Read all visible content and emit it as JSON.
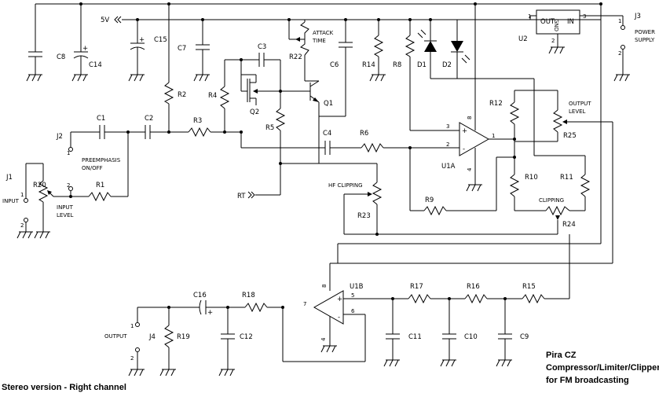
{
  "title_lines": [
    "Pira CZ",
    "Compressor/Limiter/Clipper",
    "for FM broadcasting"
  ],
  "footer": "Stereo version - Right channel",
  "supply_label": "5V",
  "capacitors": {
    "c1": "C1",
    "c2": "C2",
    "c3": "C3",
    "c4": "C4",
    "c6": "C6",
    "c7": "C7",
    "c8": "C8",
    "c9": "C9",
    "c10": "C10",
    "c11": "C11",
    "c12": "C12",
    "c14": "C14",
    "c15": "C15",
    "c16": "C16"
  },
  "resistors": {
    "r1": "R1",
    "r2": "R2",
    "r3": "R3",
    "r4": "R4",
    "r5": "R5",
    "r6": "R6",
    "r8": "R8",
    "r9": "R9",
    "r10": "R10",
    "r11": "R11",
    "r12": "R12",
    "r14": "R14",
    "r15": "R15",
    "r16": "R16",
    "r17": "R17",
    "r18": "R18",
    "r19": "R19",
    "r20": "R20",
    "r22": "R22",
    "r23": "R23",
    "r24": "R24",
    "r25": "R25"
  },
  "semis": {
    "q1": "Q1",
    "q2": "Q2",
    "d1": "D1",
    "d2": "D2",
    "u1a": "U1A",
    "u1b": "U1B",
    "u2": "U2"
  },
  "connectors": {
    "j1": "J1",
    "j2": "J2",
    "j3": "J3",
    "j4": "J4"
  },
  "functions": {
    "input": "INPUT",
    "input_level_1": "INPUT",
    "input_level_2": "LEVEL",
    "preemph_1": "PREEMPHASIS",
    "preemph_2": "ON/OFF",
    "attack_1": "ATTACK",
    "attack_2": "TIME",
    "hf_clipping": "HF CLIPPING",
    "clipping": "CLIPPING",
    "output_level_1": "OUTPUT",
    "output_level_2": "LEVEL",
    "output": "OUTPUT",
    "power_1": "POWER",
    "power_2": "SUPPLY",
    "rt": "RT"
  },
  "u2_pins": {
    "out": "OUT",
    "in": "IN",
    "gnd": "GND"
  },
  "pin_numbers": {
    "one": "1",
    "two": "2",
    "three": "3",
    "four": "4",
    "five": "5",
    "six": "6",
    "seven": "7",
    "eight": "8"
  },
  "opamp_signs": {
    "plus": "+",
    "minus": "-"
  }
}
